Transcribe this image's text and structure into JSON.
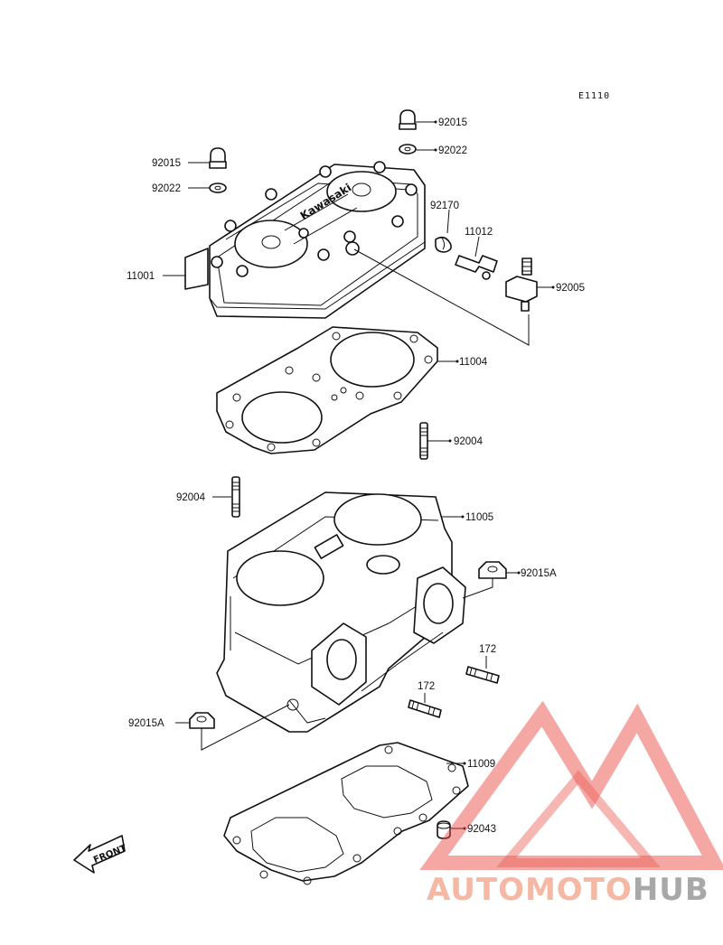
{
  "diagram": {
    "ref_code": "E1110",
    "labels": {
      "p92015_top": "92015",
      "p92022_top": "92022",
      "p92015_left": "92015",
      "p92022_left": "92022",
      "p92170": "92170",
      "p11012": "11012",
      "p11001": "11001",
      "p92005": "92005",
      "p11004": "11004",
      "p92004_right": "92004",
      "p92004_left": "92004",
      "p11005": "11005",
      "p92015A_right": "92015A",
      "p172_right": "172",
      "p172_left": "172",
      "p92015A_left": "92015A",
      "p11009": "11009",
      "p92043": "92043"
    },
    "cover_brand": "Kawasaki",
    "front_marker": "FRONT"
  },
  "watermark": {
    "text_part1": "AUTOMOTO",
    "text_part2": "HUB",
    "color_light": "#f5b8a4",
    "color_dark": "#a8a8a8",
    "triangle_color": "#e8443a"
  }
}
